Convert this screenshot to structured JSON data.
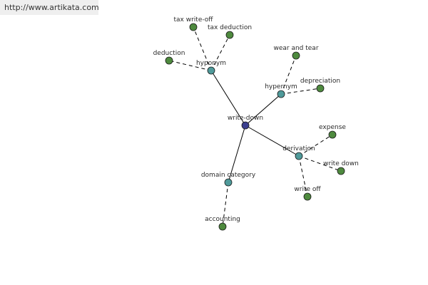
{
  "header": {
    "url": "http://www.artikata.com"
  },
  "graph": {
    "colors": {
      "center": "#3b3f8f",
      "relation": "#4f9a9a",
      "leaf": "#4e8a3e"
    },
    "center": {
      "id": "write-down",
      "label": "write-down"
    },
    "relations": [
      {
        "id": "hyponym",
        "label": "hyponym"
      },
      {
        "id": "hypernym",
        "label": "hypernym"
      },
      {
        "id": "derivation",
        "label": "derivation"
      },
      {
        "id": "domain-category",
        "label": "domain category"
      }
    ],
    "leaves": [
      {
        "id": "tax-write-off",
        "label": "tax write-off",
        "relation": "hyponym"
      },
      {
        "id": "tax-deduction",
        "label": "tax deduction",
        "relation": "hyponym"
      },
      {
        "id": "deduction",
        "label": "deduction",
        "relation": "hyponym"
      },
      {
        "id": "wear-and-tear",
        "label": "wear and tear",
        "relation": "hypernym"
      },
      {
        "id": "depreciation",
        "label": "depreciation",
        "relation": "hypernym"
      },
      {
        "id": "expense",
        "label": "expense",
        "relation": "derivation"
      },
      {
        "id": "write-down-leaf",
        "label": "write down",
        "relation": "derivation"
      },
      {
        "id": "write-off",
        "label": "write off",
        "relation": "derivation"
      },
      {
        "id": "accounting",
        "label": "accounting",
        "relation": "domain-category"
      }
    ]
  }
}
